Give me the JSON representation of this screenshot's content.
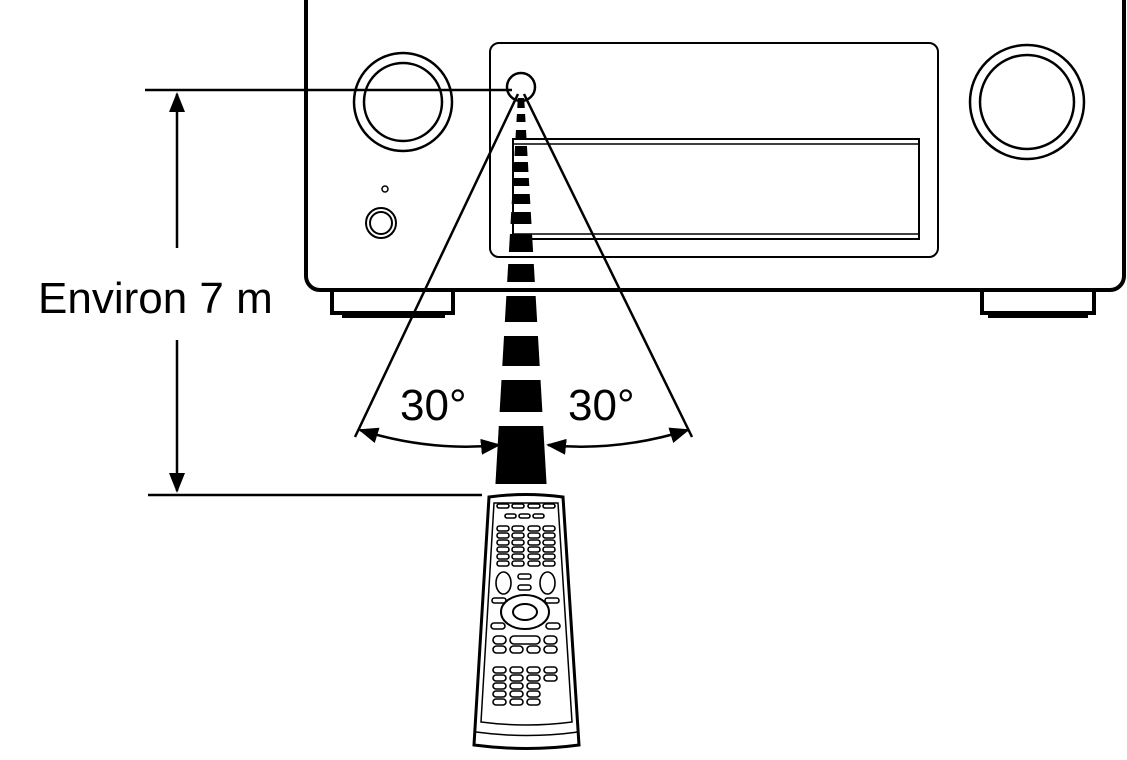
{
  "distance_label": "Environ 7 m",
  "angle_left_label": "30°",
  "angle_right_label": "30°",
  "colors": {
    "ink": "#000000",
    "background": "#ffffff"
  }
}
